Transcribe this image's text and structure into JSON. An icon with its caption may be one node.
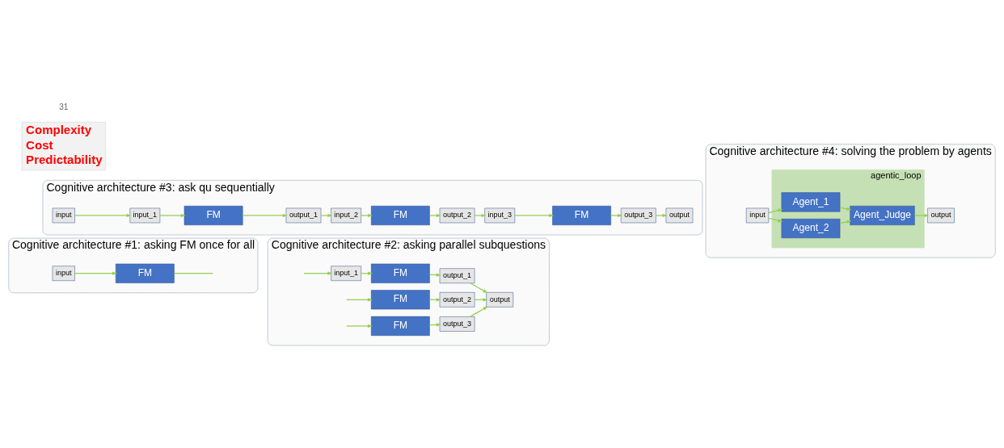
{
  "diagram": {
    "nodes": [
      {
        "text": [
          "Cognitive architecture #1: asking FM once for all"
        ]
      },
      {
        "text": [
          "input"
        ],
        "in": 0
      },
      {
        "text": [
          "FM"
        ],
        "in": 0
      },
      {
        "text": [
          "Cognitive architecture #2: asking parallel subquestions"
        ]
      },
      {
        "text": [
          "input_1"
        ],
        "in": 3
      },
      {
        "text": [
          "FM"
        ],
        "in": 3
      },
      {
        "text": [
          "output_1"
        ],
        "in": 3
      },
      {
        "text": [
          "FM"
        ],
        "in": 3
      },
      {
        "text": [
          "output_2"
        ],
        "in": 3
      },
      {
        "text": [
          "FM"
        ],
        "in": 3
      },
      {
        "text": [
          "output_3"
        ],
        "in": 3
      },
      {
        "text": [
          "output"
        ],
        "in": 3
      },
      {
        "text": [
          "Cognitive architecture #3: ask qu sequentially"
        ]
      },
      {
        "text": [
          "input"
        ],
        "in": 12
      },
      {
        "text": [
          "input_1"
        ],
        "in": 12
      },
      {
        "text": [
          "FM"
        ],
        "in": 12
      },
      {
        "text": [
          "output_1"
        ],
        "in": 12
      },
      {
        "text": [
          "input_2"
        ],
        "in": 12
      },
      {
        "text": [
          "FM"
        ],
        "in": 12
      },
      {
        "text": [
          "output_2"
        ],
        "in": 12
      },
      {
        "text": [
          "output"
        ],
        "in": 12
      },
      {
        "text": [
          "input_3"
        ],
        "in": 12
      },
      {
        "text": [
          "FM"
        ],
        "in": 12
      },
      {
        "text": [
          "output_3"
        ],
        "in": 12
      },
      {
        "text": [
          "Cognitive architecture #4: solving the problem by agents"
        ]
      },
      {
        "text": [
          "agentic_loop"
        ],
        "in": 24
      },
      {
        "text": [
          "input"
        ],
        "in": 24
      },
      {
        "text": [
          "Agent_1"
        ],
        "in": 25
      },
      {
        "text": [
          "Agent_Judge"
        ],
        "in": 25
      },
      {
        "text": [
          "output"
        ],
        "in": 24
      },
      {
        "text": [
          "Agent_2"
        ],
        "in": 25
      },
      {
        "text": [
          "Complexity",
          "Cost",
          "Predictability"
        ]
      }
    ],
    "edges": [
      {
        "from": 1,
        "to": 2,
        "arrow": "to"
      },
      {
        "from": 2,
        "to": null,
        "arrow": "none"
      },
      {
        "from": null,
        "to": 4,
        "arrow": "to"
      },
      {
        "from": null,
        "to": 7,
        "arrow": "to"
      },
      {
        "from": null,
        "to": 9,
        "arrow": "to"
      },
      {
        "from": 4,
        "to": 5,
        "arrow": "to"
      },
      {
        "from": 5,
        "to": 6,
        "arrow": "to"
      },
      {
        "from": 7,
        "to": 8,
        "arrow": "to"
      },
      {
        "from": 9,
        "to": 10,
        "arrow": "to"
      },
      {
        "from": 6,
        "to": 11,
        "arrow": "to"
      },
      {
        "from": 8,
        "to": 11,
        "arrow": "to"
      },
      {
        "from": 10,
        "to": 11,
        "arrow": "to"
      },
      {
        "from": 13,
        "to": 14,
        "arrow": "to"
      },
      {
        "from": 14,
        "to": 15,
        "arrow": "to"
      },
      {
        "from": 15,
        "to": 16,
        "arrow": "to"
      },
      {
        "from": 16,
        "to": 17,
        "arrow": "to"
      },
      {
        "from": 17,
        "to": 18,
        "arrow": "to"
      },
      {
        "from": 18,
        "to": 19,
        "arrow": "to"
      },
      {
        "from": 19,
        "to": 21,
        "arrow": "to"
      },
      {
        "from": 21,
        "to": 22,
        "arrow": "to"
      },
      {
        "from": 22,
        "to": 23,
        "arrow": "to"
      },
      {
        "from": 23,
        "to": 20,
        "arrow": "to"
      },
      {
        "from": 26,
        "to": 27,
        "arrow": "to"
      },
      {
        "from": 26,
        "to": 30,
        "arrow": "to"
      },
      {
        "from": 27,
        "to": 28,
        "arrow": "to"
      },
      {
        "from": 30,
        "to": 28,
        "arrow": "to"
      },
      {
        "from": 28,
        "to": 29,
        "arrow": "to"
      }
    ],
    "labels": [
      "31"
    ]
  }
}
